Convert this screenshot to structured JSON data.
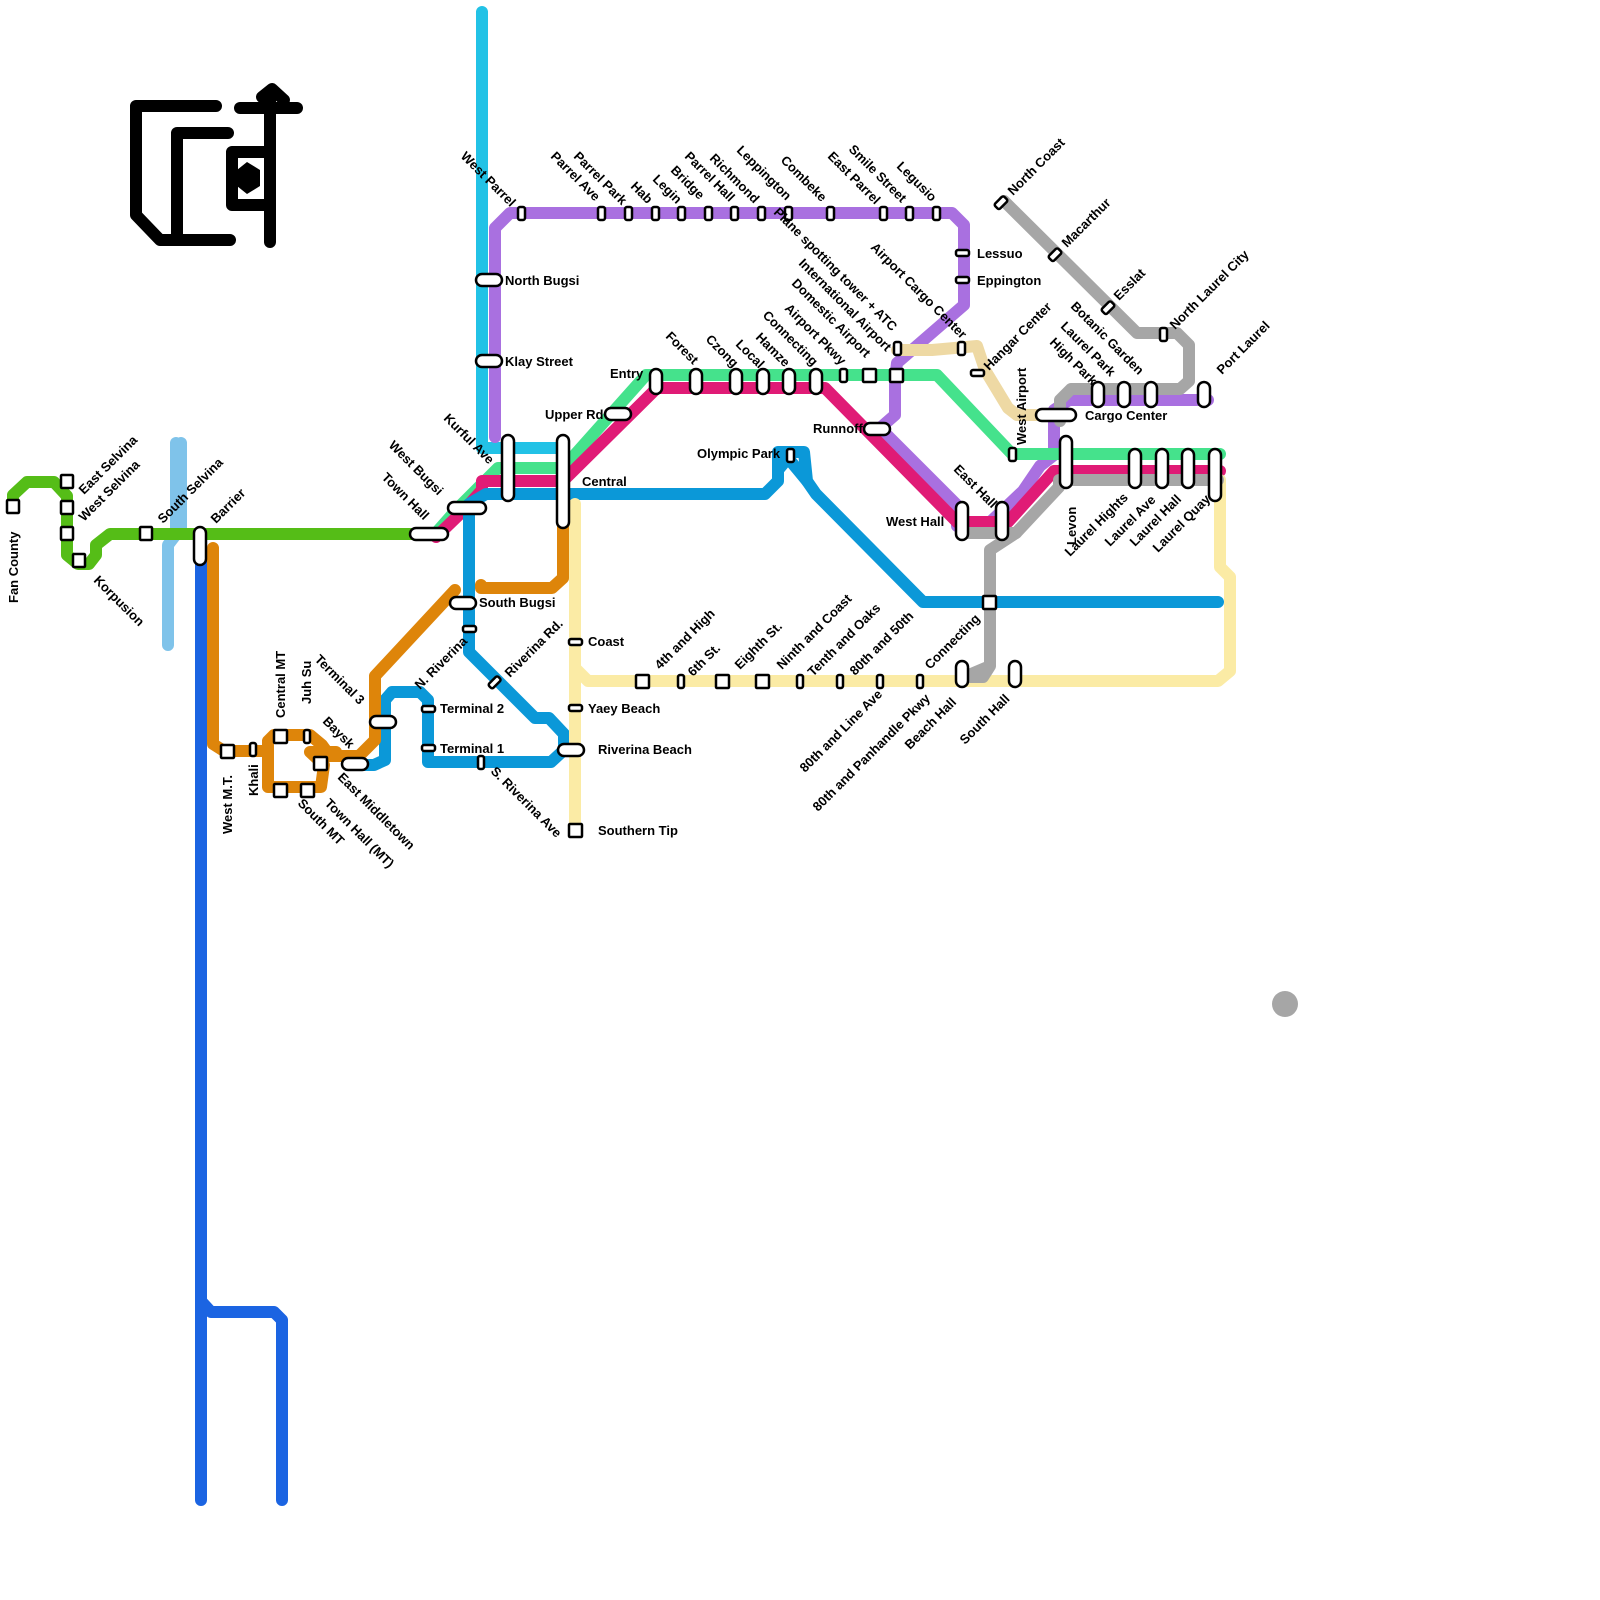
{
  "logo": {
    "text": "CT"
  },
  "colors": {
    "purple": "#a970e0",
    "cyan": "#22c2e6",
    "mint": "#45e28c",
    "magenta": "#e01b76",
    "blue": "#0b98d8",
    "dark_blue": "#1b64e2",
    "light_blue": "#7fc3ea",
    "green": "#55bd17",
    "orange": "#de850a",
    "yellow": "#fbeba5",
    "tan": "#eed9a4",
    "gray": "#a6a6a6"
  },
  "stations": {
    "fan_county": "Fan County",
    "east_selvina": "East Selvina",
    "west_selvina": "West Selvina",
    "korpusion": "Korpusion",
    "south_selvina": "South Selvina",
    "barrier": "Barrier",
    "town_hall": "Town Hall",
    "west_bugsi": "West Bugsi",
    "kurful_ave": "Kurful Ave",
    "west_parrel": "West Parrel",
    "north_bugsi": "North Bugsi",
    "klay_street": "Klay Street",
    "central": "Central",
    "upper_rd": "Upper Rd",
    "entry": "Entry",
    "parrel_ave": "Parrel Ave",
    "parrel_park": "Parrel Park",
    "hab": "Hab",
    "legin": "Legin",
    "bridge": "Bridge",
    "parrel_hall": "Parrel Hall",
    "richmond": "Richmond",
    "leppington": "Leppington",
    "combeke": "Combeke",
    "east_parrel": "East Parrel",
    "smile_street": "Smile Street",
    "legusio": "Legusio",
    "lessuo": "Lessuo",
    "eppington": "Eppington",
    "plane_spotting": "Plane spotting tower + ATC",
    "international_airport": "International Airport",
    "domestic_airport": "Domestic Airport",
    "airport_pkwy": "Airport Pkwy",
    "connecting_top": "Connecting",
    "hamze": "Hamze",
    "local": "Local",
    "czong": "Czong",
    "forest": "Forest",
    "airport_cargo_center": "Airport Cargo Center",
    "hangar_center": "Hangar Center",
    "north_coast": "North Coast",
    "macarthur": "Macarthur",
    "esslat": "Esslat",
    "north_laurel_city": "North Laurel City",
    "port_laurel": "Port Laurel",
    "botanic_garden": "Botanic Garden",
    "laurel_park": "Laurel Park",
    "high_park": "High Park",
    "cargo_center": "Cargo Center",
    "west_airport": "West Airport",
    "runnoff": "Runnoff",
    "olympic_park": "Olympic Park",
    "east_hall": "East Hall",
    "west_hall": "West Hall",
    "levon": "Levon",
    "laurel_hights": "Laurel Hights",
    "laurel_ave": "Laurel Ave",
    "laurel_hall": "Laurel Hall",
    "laurel_quay": "Laurel Quay",
    "south_bugsi": "South Bugsi",
    "n_riverina": "N. Riverina",
    "riverina_rd": "Riverina Rd.",
    "coast": "Coast",
    "yaey_beach": "Yaey Beach",
    "fourth_and_high": "4th and High",
    "sixth_st": "6th St.",
    "eighth_st": "Eighth St.",
    "ninth_and_coast": "Ninth and Coast",
    "tenth_and_oaks": "Tenth and Oaks",
    "eightieth_and_50th": "80th and 50th",
    "connecting_bottom": "Connecting",
    "eightieth_and_line": "80th and Line Ave",
    "eightieth_and_panhandle": "80th and Panhandle Pkwy",
    "beach_hall": "Beach Hall",
    "south_hall": "South Hall",
    "terminal_3": "Terminal 3",
    "terminal_2": "Terminal 2",
    "terminal_1": "Terminal 1",
    "riverina_beach": "Riverina Beach",
    "s_riverina_ave": "S. Riverina Ave",
    "southern_tip": "Southern Tip",
    "central_mt": "Central MT",
    "juh_su": "Juh Su",
    "baysk": "Baysk",
    "west_mt": "West M.T.",
    "khali": "Khali",
    "south_mt": "South MT",
    "town_hall_mt": "Town Hall (MT)",
    "east_middletown": "East Middletown"
  }
}
